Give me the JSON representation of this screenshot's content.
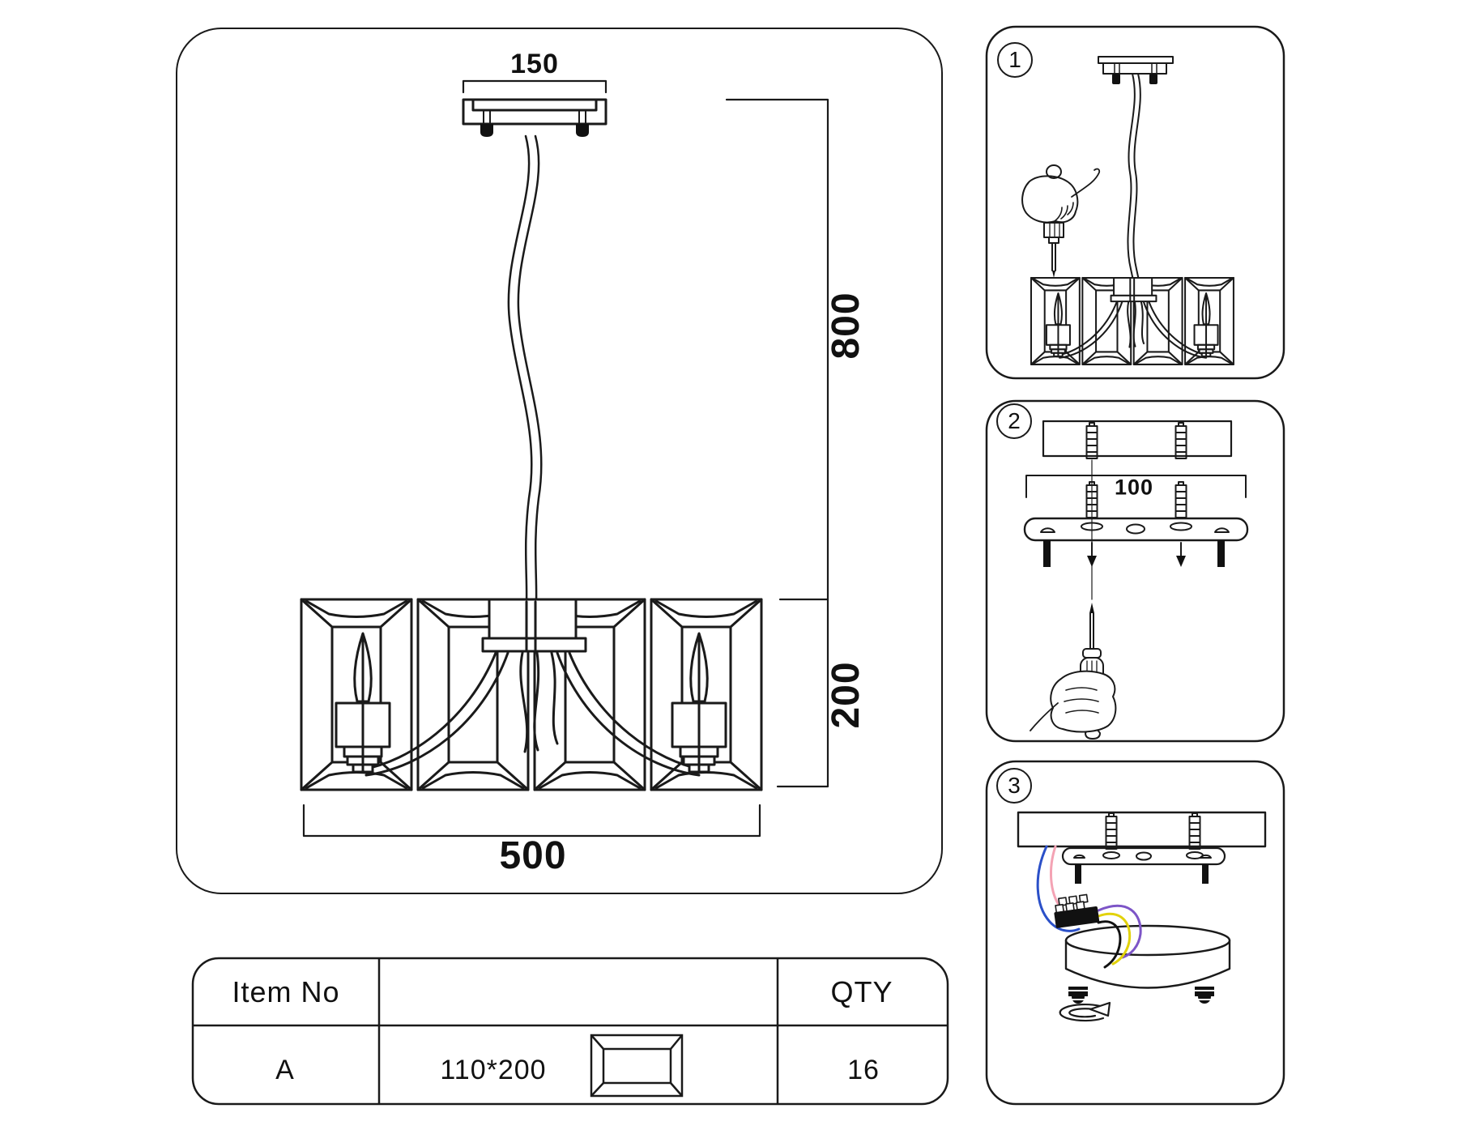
{
  "main_view": {
    "dim_canopy_width": "150",
    "dim_suspension_height": "800",
    "dim_shade_height": "200",
    "dim_shade_width": "500"
  },
  "steps": [
    {
      "label": "1"
    },
    {
      "label": "2",
      "dim_hole_spacing": "100"
    },
    {
      "label": "3"
    }
  ],
  "parts_table": {
    "header_item": "Item No",
    "header_qty": "QTY",
    "row": {
      "item": "A",
      "size": "110*200",
      "qty": "16"
    }
  },
  "colors": {
    "line": "#1a1a1a",
    "wire_blue": "#2b50c8",
    "wire_pink": "#f4a3b4",
    "wire_purple": "#7d55c7",
    "wire_yellow": "#e2d20a",
    "wire_black": "#111111"
  }
}
